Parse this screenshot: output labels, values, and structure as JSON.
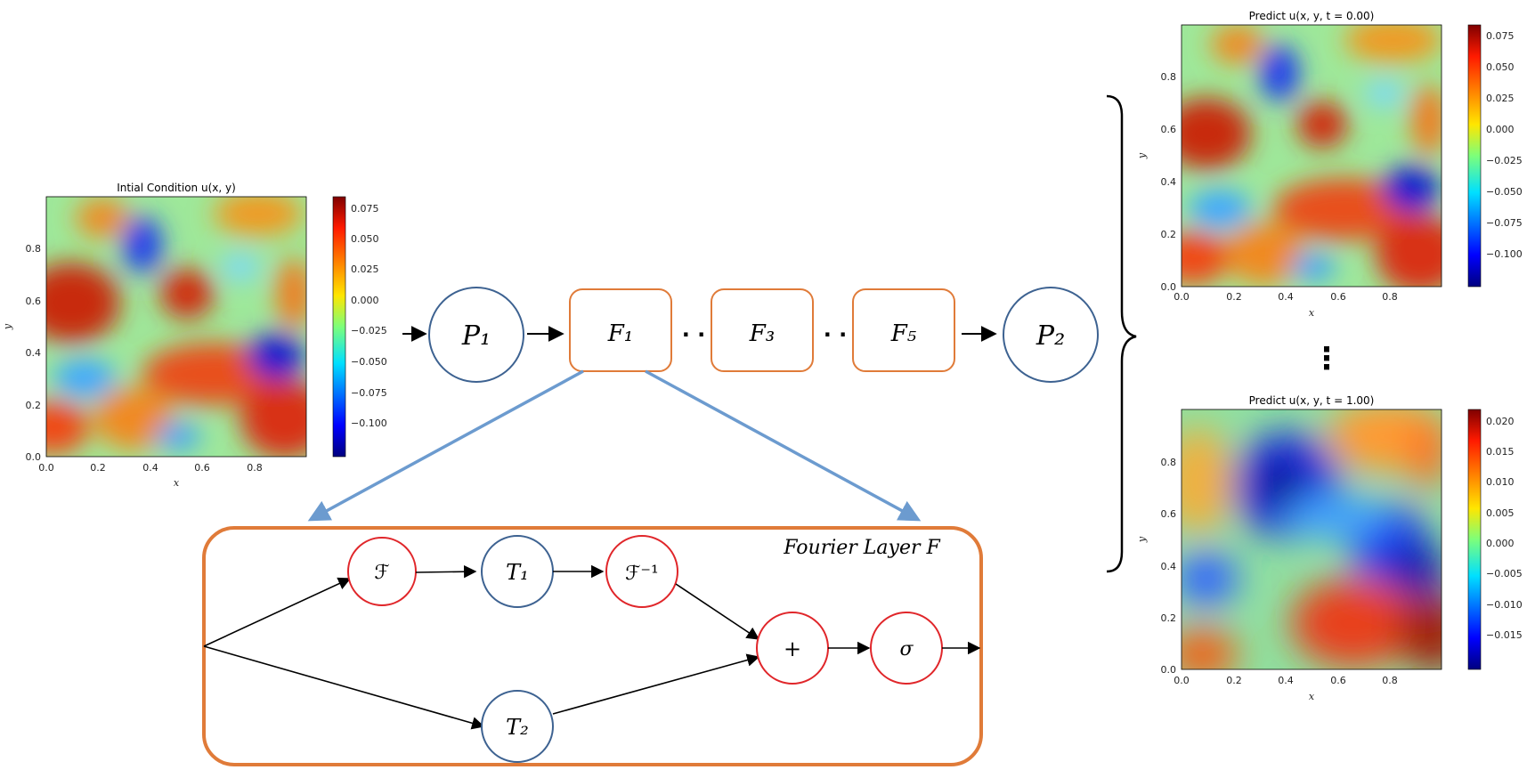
{
  "input_plot": {
    "title": "Intial Condition u(x, y)",
    "xlabel": "x",
    "ylabel": "y",
    "xticks": [
      "0.0",
      "0.2",
      "0.4",
      "0.6",
      "0.8"
    ],
    "yticks": [
      "0.0",
      "0.2",
      "0.4",
      "0.6",
      "0.8"
    ],
    "colorbar_ticks": [
      "0.075",
      "0.050",
      "0.025",
      "0.000",
      "−0.025",
      "−0.050",
      "−0.075",
      "−0.100"
    ]
  },
  "pipeline": {
    "p1": "P₁",
    "f1": "F₁",
    "f3": "F₃",
    "f5": "F₅",
    "p2": "P₂",
    "dots": "· ·"
  },
  "fourier_layer": {
    "title": "Fourier Layer F",
    "fft": "ℱ",
    "t1": "T₁",
    "ifft": "ℱ⁻¹",
    "plus": "+",
    "sigma": "σ",
    "t2": "T₂"
  },
  "output_top": {
    "title": "Predict u(x, y, t = 0.00)",
    "xlabel": "x",
    "ylabel": "y",
    "xticks": [
      "0.0",
      "0.2",
      "0.4",
      "0.6",
      "0.8"
    ],
    "yticks": [
      "0.0",
      "0.2",
      "0.4",
      "0.6",
      "0.8"
    ],
    "colorbar_ticks": [
      "0.075",
      "0.050",
      "0.025",
      "0.000",
      "−0.025",
      "−0.050",
      "−0.075",
      "−0.100"
    ]
  },
  "output_bottom": {
    "title": "Predict u(x, y, t = 1.00)",
    "xlabel": "x",
    "ylabel": "y",
    "xticks": [
      "0.0",
      "0.2",
      "0.4",
      "0.6",
      "0.8"
    ],
    "yticks": [
      "0.0",
      "0.2",
      "0.4",
      "0.6",
      "0.8"
    ],
    "colorbar_ticks": [
      "0.020",
      "0.015",
      "0.010",
      "0.005",
      "0.000",
      "−0.005",
      "−0.010",
      "−0.015"
    ]
  },
  "colors": {
    "orange_box": "#e07b39",
    "blue_node": "#3d6291",
    "red_node": "#e0262a",
    "link_arrow": "#6c9bcf"
  },
  "ellipsis": "⋮"
}
